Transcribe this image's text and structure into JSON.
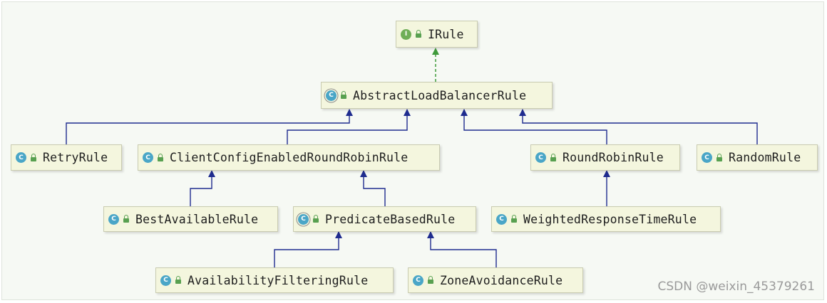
{
  "badges": {
    "class": "C",
    "interface": "I"
  },
  "nodes": {
    "irule": {
      "label": "IRule",
      "kind": "interface"
    },
    "abstract_load_balancer_rule": {
      "label": "AbstractLoadBalancerRule",
      "kind": "abstract"
    },
    "retry_rule": {
      "label": "RetryRule",
      "kind": "class"
    },
    "client_config_enabled_round_robin_rule": {
      "label": "ClientConfigEnabledRoundRobinRule",
      "kind": "class"
    },
    "round_robin_rule": {
      "label": "RoundRobinRule",
      "kind": "class"
    },
    "random_rule": {
      "label": "RandomRule",
      "kind": "class"
    },
    "best_available_rule": {
      "label": "BestAvailableRule",
      "kind": "class"
    },
    "predicate_based_rule": {
      "label": "PredicateBasedRule",
      "kind": "abstract"
    },
    "weighted_response_time_rule": {
      "label": "WeightedResponseTimeRule",
      "kind": "class"
    },
    "availability_filtering_rule": {
      "label": "AvailabilityFilteringRule",
      "kind": "class"
    },
    "zone_avoidance_rule": {
      "label": "ZoneAvoidanceRule",
      "kind": "class"
    }
  },
  "edges": [
    {
      "from": "abstract_load_balancer_rule",
      "to": "irule",
      "type": "implements"
    },
    {
      "from": "retry_rule",
      "to": "abstract_load_balancer_rule",
      "type": "extends"
    },
    {
      "from": "client_config_enabled_round_robin_rule",
      "to": "abstract_load_balancer_rule",
      "type": "extends"
    },
    {
      "from": "round_robin_rule",
      "to": "abstract_load_balancer_rule",
      "type": "extends"
    },
    {
      "from": "random_rule",
      "to": "abstract_load_balancer_rule",
      "type": "extends"
    },
    {
      "from": "best_available_rule",
      "to": "client_config_enabled_round_robin_rule",
      "type": "extends"
    },
    {
      "from": "predicate_based_rule",
      "to": "client_config_enabled_round_robin_rule",
      "type": "extends"
    },
    {
      "from": "weighted_response_time_rule",
      "to": "round_robin_rule",
      "type": "extends"
    },
    {
      "from": "availability_filtering_rule",
      "to": "predicate_based_rule",
      "type": "extends"
    },
    {
      "from": "zone_avoidance_rule",
      "to": "predicate_based_rule",
      "type": "extends"
    }
  ],
  "colors": {
    "extends_edge": "#1f2c8f",
    "implements_edge": "#3f9a3a",
    "node_fill": "#f4f6de",
    "class_badge": "#4aa6c7",
    "interface_badge": "#6fae57"
  },
  "watermark": "CSDN @weixin_45379261"
}
